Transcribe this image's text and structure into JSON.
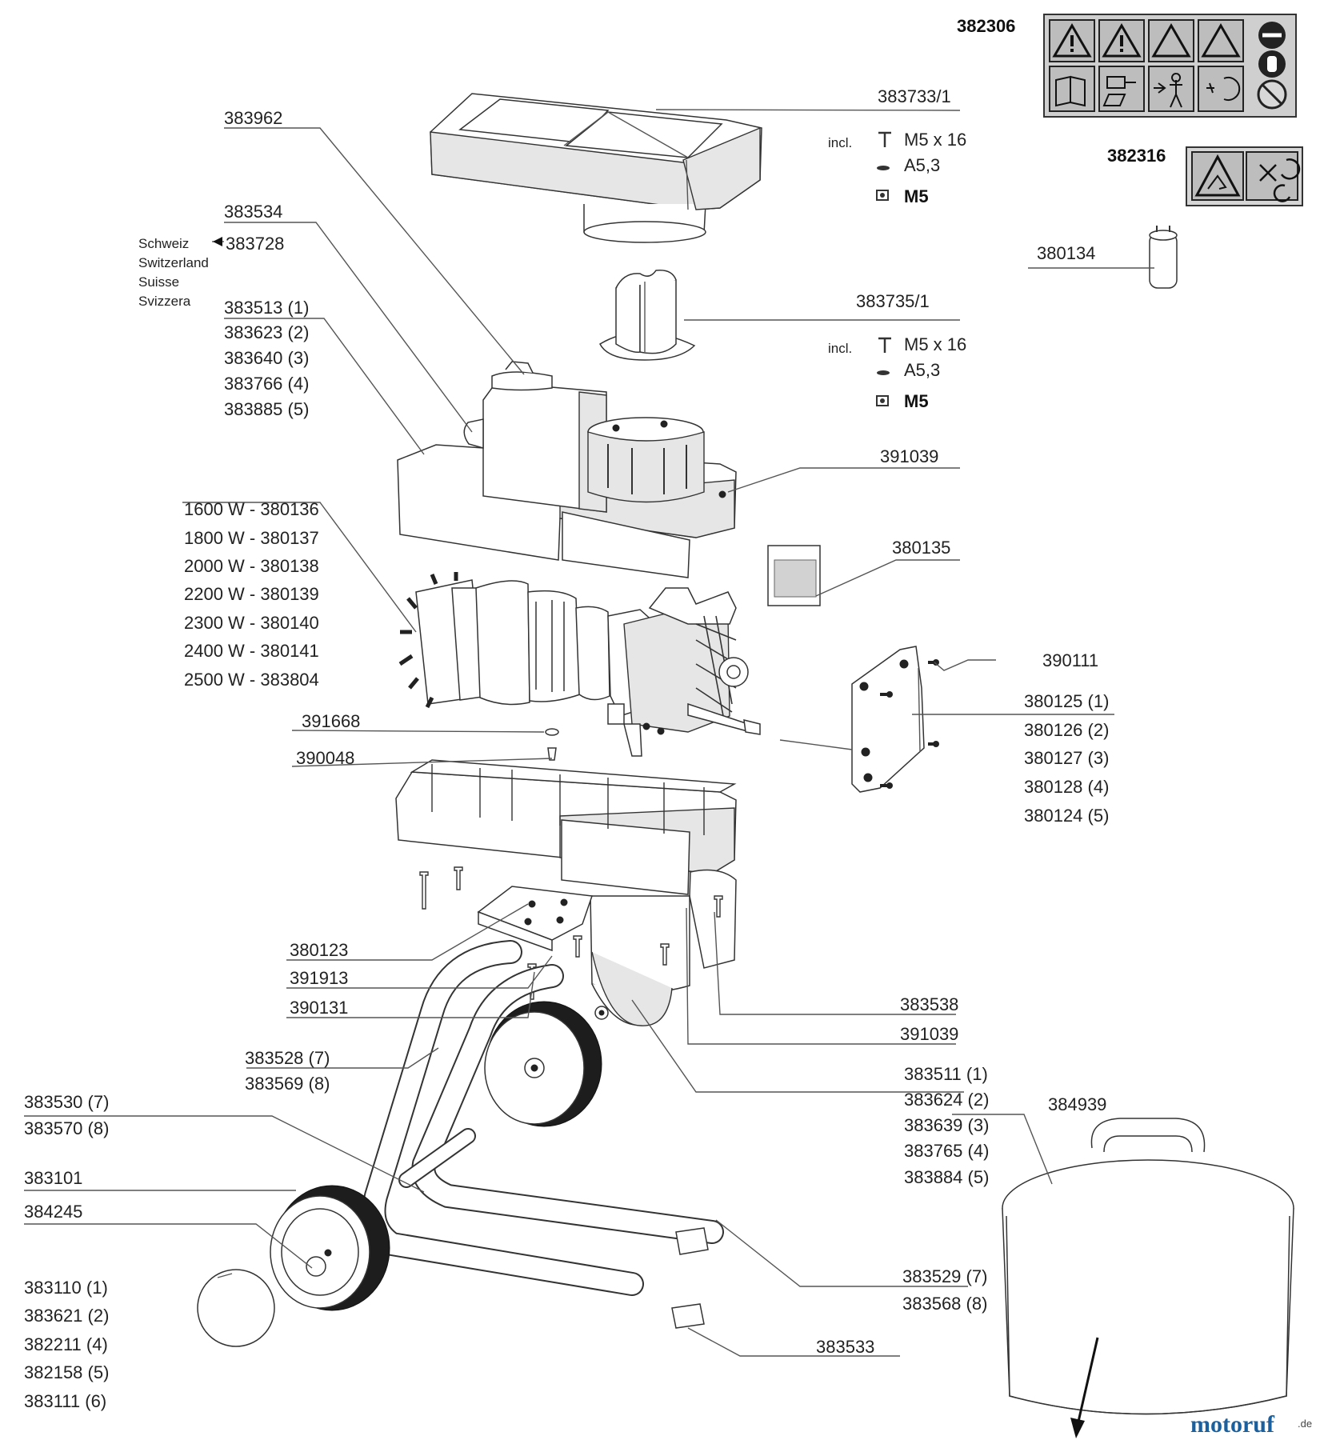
{
  "labels": {
    "p382306": "382306",
    "p382316": "382316",
    "p380134": "380134",
    "p383733": "383733/1",
    "p383735": "383735/1",
    "p383962": "383962",
    "p383534": "383534",
    "p383728": "383728",
    "swiss": [
      "Schweiz",
      "Switzerland",
      "Suisse",
      "Svizzera"
    ],
    "group_383513": [
      "383513 (1)",
      "383623 (2)",
      "383640 (3)",
      "383766 (4)",
      "383885 (5)"
    ],
    "p391039_a": "391039",
    "p380135": "380135",
    "motors": [
      "1600 W - 380136",
      "1800 W - 380137",
      "2000 W - 380138",
      "2200 W - 380139",
      "2300 W - 380140",
      "2400 W - 380141",
      "2500 W - 383804"
    ],
    "p390111": "390111",
    "group_380125": [
      "380125  (1)",
      "380126  (2)",
      "380127  (3)",
      "380128  (4)",
      "380124  (5)"
    ],
    "p391668": "391668",
    "p390048": "390048",
    "p380123": "380123",
    "p391913": "391913",
    "p390131": "390131",
    "p383538": "383538",
    "p391039_b": "391039",
    "group_383528": [
      "383528 (7)",
      "383569 (8)"
    ],
    "group_383511": [
      "383511  (1)",
      "383624  (2)",
      "383639  (3)",
      "383765  (4)",
      "383884  (5)"
    ],
    "group_383530": [
      "383530 (7)",
      "383570 (8)"
    ],
    "p384939": "384939",
    "p383101": "383101",
    "p384245": "384245",
    "group_383529": [
      "383529 (7)",
      "383568 (8)"
    ],
    "group_383110": [
      "383110 (1)",
      "383621 (2)",
      "382211 (4)",
      "382158 (5)",
      "383111 (6)"
    ],
    "p383533": "383533"
  },
  "hardware_a": {
    "incl": "incl.",
    "screw": "M5 x 16",
    "washer": "A5,3",
    "nut": "M5"
  },
  "hardware_b": {
    "incl": "incl.",
    "screw": "M5 x 16",
    "washer": "A5,3",
    "nut": "M5"
  },
  "logo": {
    "text": "motoruf",
    "suffix": ".de",
    "colors": {
      "m": "#1a5f9e",
      "o": "#d22",
      "t": "#1a5f9e",
      "r": "#d22"
    }
  }
}
